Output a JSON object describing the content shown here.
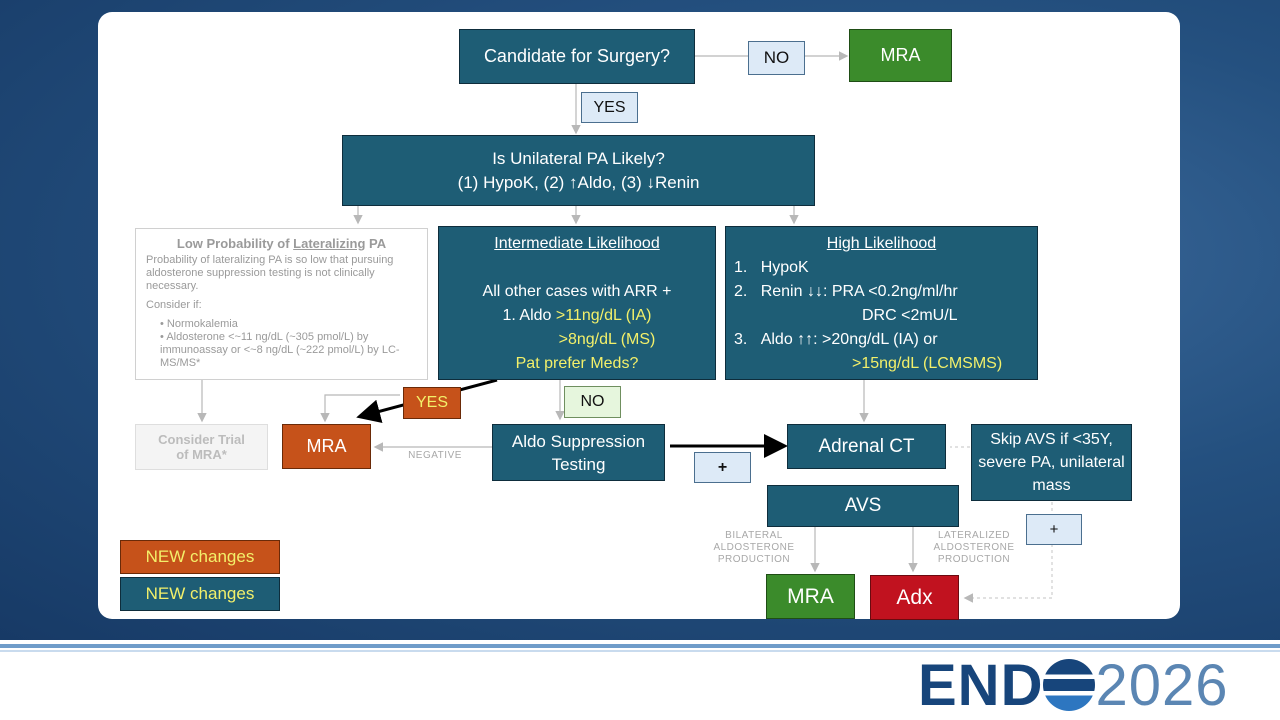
{
  "surgery": {
    "question": "Candidate for Surgery?",
    "no": "NO",
    "mra": "MRA",
    "yes": "YES"
  },
  "unilateral": {
    "line1": "Is Unilateral PA Likely?",
    "line2": "(1) HypoK, (2) ↑Aldo, (3) ↓Renin"
  },
  "low": {
    "title_prefix": "Low Probability of ",
    "title_link": "Lateralizing",
    "title_suffix": " PA",
    "body1": "Probability of lateralizing PA is so low that pursuing aldosterone suppression testing is not clinically necessary.",
    "consider": "Consider if:",
    "bullet1": "Normokalemia",
    "bullet2": "Aldosterone <~11 ng/dL (~305 pmol/L) by immunoassay or <~8 ng/dL (~222 pmol/L) by LC-MS/MS*"
  },
  "intermediate": {
    "title": "Intermediate Likelihood",
    "line1": "All other cases with ARR +",
    "line2a": "1. Aldo ",
    "line2b": ">11ng/dL (IA)",
    "line3": ">8ng/dL (MS)",
    "line4": "Pat prefer Meds?"
  },
  "high": {
    "title": "High Likelihood",
    "item1_num": "1.",
    "item1": "HypoK",
    "item2_num": "2.",
    "item2": "Renin ↓↓: PRA <0.2ng/ml/hr",
    "item2b": "DRC <2mU/L",
    "item3_num": "3.",
    "item3": "Aldo ↑↑: >20ng/dL (IA) or",
    "item3b": ">15ng/dL (LCMSMS)"
  },
  "branch": {
    "yes": "YES",
    "no": "NO"
  },
  "consider_trial": "Consider Trial of MRA*",
  "mra_mid": "MRA",
  "negative": "NEGATIVE",
  "aldo_suppression": "Aldo Suppression Testing",
  "plus1": "+",
  "adrenal_ct": "Adrenal CT",
  "skip_avs": "Skip AVS if <35Y, severe PA, unilateral mass",
  "plus2": "+",
  "avs": "AVS",
  "bilateral_label": "BILATERAL ALDOSTERONE PRODUCTION",
  "lateralized_label": "LATERALIZED ALDOSTERONE PRODUCTION",
  "mra_bottom": "MRA",
  "adx": "Adx",
  "legend": {
    "orange": "NEW changes",
    "teal": "NEW changes"
  },
  "logo": {
    "endo": "END",
    "year": "2026"
  },
  "colors": {
    "teal": "#1e5d75",
    "green": "#3b8b2b",
    "orange": "#c6521a",
    "red": "#c1121f",
    "highlight": "#f3f06a"
  }
}
